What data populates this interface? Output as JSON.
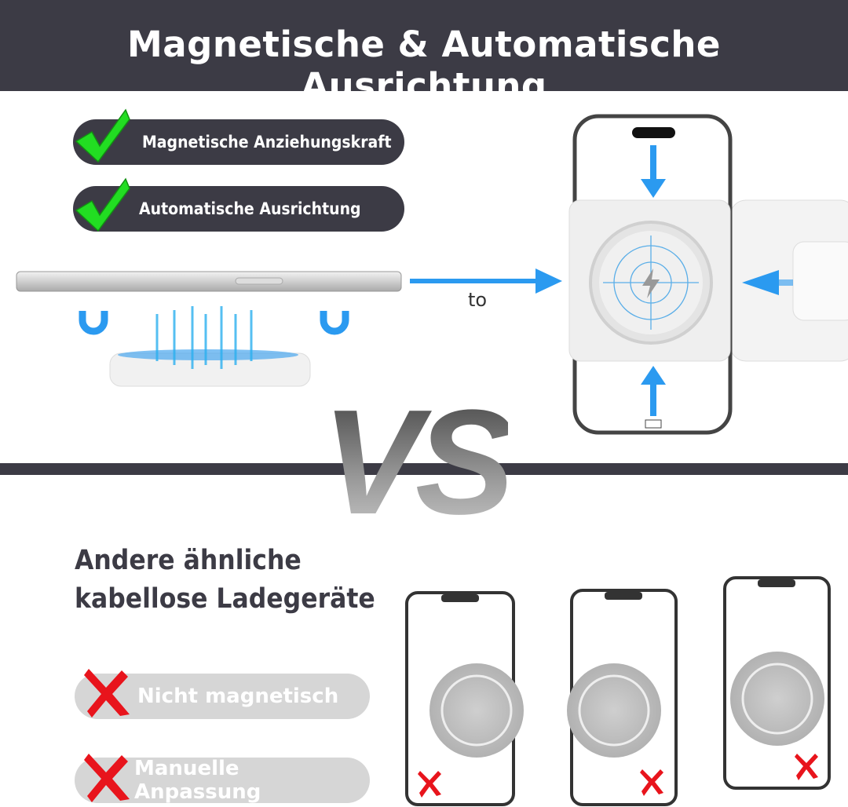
{
  "header": {
    "title": "Magnetische & Automatische Ausrichtung"
  },
  "features": [
    {
      "label": "Magnetische Anziehungskraft",
      "icon": "check-icon"
    },
    {
      "label": "Automatische Ausrichtung",
      "icon": "check-icon"
    }
  ],
  "arrow_label": "to",
  "vs_label": "VS",
  "comparison": {
    "heading_line1": "Andere ähnliche",
    "heading_line2": "kabellose Ladegeräte",
    "drawbacks": [
      {
        "label": "Nicht magnetisch",
        "icon": "x-icon"
      },
      {
        "label": "Manuelle Anpassung",
        "icon": "x-icon"
      }
    ]
  },
  "colors": {
    "dark": "#3c3b45",
    "accent_blue": "#2b9af0",
    "check_green": "#22dd22",
    "cross_red": "#e8141c",
    "pill_gray": "#d6d6d6"
  }
}
